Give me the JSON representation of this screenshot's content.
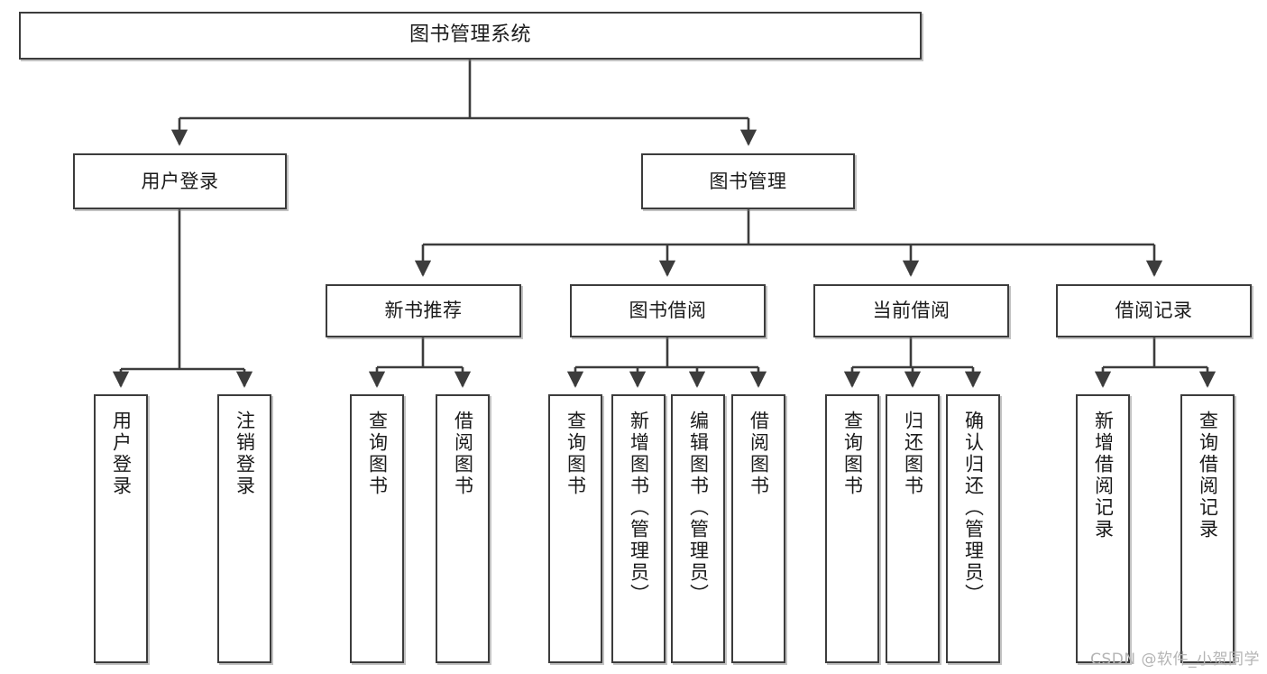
{
  "diagram": {
    "type": "tree",
    "title": "图书管理系统",
    "watermark": "CSDN @软件_小贺同学",
    "colors": {
      "stroke": "#3c3c3c",
      "fill": "#ffffff",
      "text": "#1a1a1a",
      "watermark": "#b4b4b4"
    },
    "nodes": {
      "root": {
        "label": "图书管理系统"
      },
      "level2": [
        {
          "id": "user-login",
          "label": "用户登录"
        },
        {
          "id": "book-manage",
          "label": "图书管理"
        }
      ],
      "level3": [
        {
          "id": "new-book-rec",
          "label": "新书推荐"
        },
        {
          "id": "book-borrow",
          "label": "图书借阅"
        },
        {
          "id": "current-borrow",
          "label": "当前借阅"
        },
        {
          "id": "borrow-record",
          "label": "借阅记录"
        }
      ],
      "leaves": {
        "user-login": [
          {
            "id": "leaf-user-login",
            "label": "用户登录"
          },
          {
            "id": "leaf-logout",
            "label": "注销登录"
          }
        ],
        "new-book-rec": [
          {
            "id": "leaf-query-book-1",
            "label": "查询图书"
          },
          {
            "id": "leaf-borrow-book-1",
            "label": "借阅图书"
          }
        ],
        "book-borrow": [
          {
            "id": "leaf-query-book-2",
            "label": "查询图书"
          },
          {
            "id": "leaf-add-book",
            "label": "新增图书（管理员）"
          },
          {
            "id": "leaf-edit-book",
            "label": "编辑图书（管理员）"
          },
          {
            "id": "leaf-borrow-book-2",
            "label": "借阅图书"
          }
        ],
        "current-borrow": [
          {
            "id": "leaf-query-book-3",
            "label": "查询图书"
          },
          {
            "id": "leaf-return-book",
            "label": "归还图书"
          },
          {
            "id": "leaf-confirm-return",
            "label": "确认归还（管理员）"
          }
        ],
        "borrow-record": [
          {
            "id": "leaf-add-record",
            "label": "新增借阅记录"
          },
          {
            "id": "leaf-query-record",
            "label": "查询借阅记录"
          }
        ]
      }
    }
  }
}
